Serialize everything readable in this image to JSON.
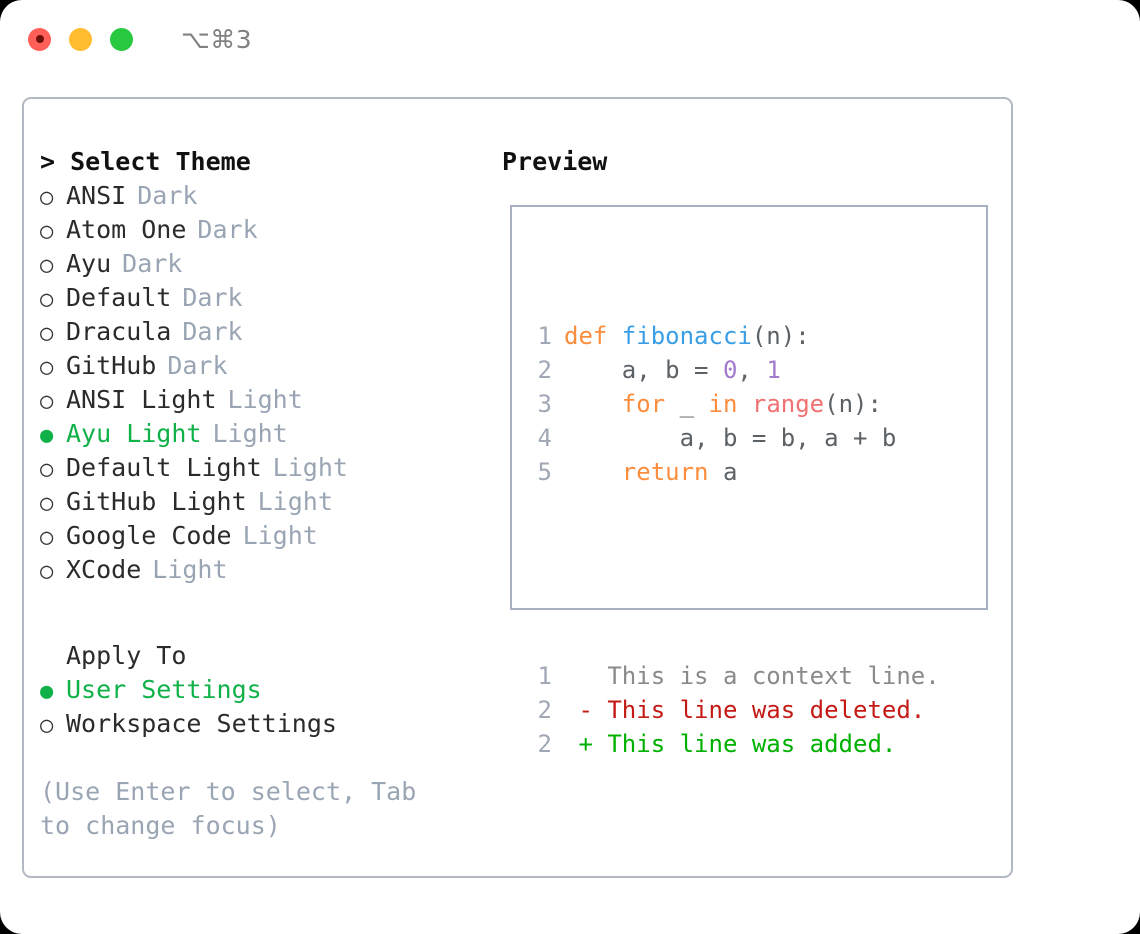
{
  "window": {
    "shortcut": "⌥⌘3",
    "traffic_lights": [
      {
        "name": "close",
        "color": "#ff5f57"
      },
      {
        "name": "minimize",
        "color": "#febc2e"
      },
      {
        "name": "zoom",
        "color": "#28c840"
      }
    ]
  },
  "theme_picker": {
    "heading": "Select Theme",
    "caret": ">",
    "bullet_unselected": "○",
    "bullet_selected": "●",
    "items": [
      {
        "label": "ANSI",
        "badge": "Dark",
        "selected": false
      },
      {
        "label": "Atom One",
        "badge": "Dark",
        "selected": false
      },
      {
        "label": "Ayu",
        "badge": "Dark",
        "selected": false
      },
      {
        "label": "Default",
        "badge": "Dark",
        "selected": false
      },
      {
        "label": "Dracula",
        "badge": "Dark",
        "selected": false
      },
      {
        "label": "GitHub",
        "badge": "Dark",
        "selected": false
      },
      {
        "label": "ANSI Light",
        "badge": "Light",
        "selected": false
      },
      {
        "label": "Ayu Light",
        "badge": "Light",
        "selected": true
      },
      {
        "label": "Default Light",
        "badge": "Light",
        "selected": false
      },
      {
        "label": "GitHub Light",
        "badge": "Light",
        "selected": false
      },
      {
        "label": "Google Code",
        "badge": "Light",
        "selected": false
      },
      {
        "label": "XCode",
        "badge": "Light",
        "selected": false
      }
    ]
  },
  "apply_to": {
    "heading": "Apply To",
    "items": [
      {
        "label": "User Settings",
        "selected": true
      },
      {
        "label": "Workspace Settings",
        "selected": false
      }
    ]
  },
  "hint": "(Use Enter to select, Tab to change focus)",
  "preview": {
    "title": "Preview",
    "code_lines": [
      {
        "n": "1",
        "segments": [
          {
            "t": "def ",
            "c": "kw"
          },
          {
            "t": "fibonacci",
            "c": "fn"
          },
          {
            "t": "(n):",
            "c": "punc"
          }
        ]
      },
      {
        "n": "2",
        "segments": [
          {
            "t": "    a, b = ",
            "c": "txt"
          },
          {
            "t": "0",
            "c": "num"
          },
          {
            "t": ", ",
            "c": "txt"
          },
          {
            "t": "1",
            "c": "num"
          }
        ]
      },
      {
        "n": "3",
        "segments": [
          {
            "t": "    ",
            "c": "txt"
          },
          {
            "t": "for",
            "c": "kw"
          },
          {
            "t": " _ ",
            "c": "txt"
          },
          {
            "t": "in",
            "c": "kw"
          },
          {
            "t": " ",
            "c": "txt"
          },
          {
            "t": "range",
            "c": "bi"
          },
          {
            "t": "(n):",
            "c": "punc"
          }
        ]
      },
      {
        "n": "4",
        "segments": [
          {
            "t": "        a, b = b, a + b",
            "c": "txt"
          }
        ]
      },
      {
        "n": "5",
        "segments": [
          {
            "t": "    ",
            "c": "txt"
          },
          {
            "t": "return",
            "c": "kw"
          },
          {
            "t": " a",
            "c": "txt"
          }
        ]
      }
    ],
    "diff_lines": [
      {
        "n": "1",
        "marker": "  ",
        "text": "This is a context line.",
        "kind": "diff-ctx"
      },
      {
        "n": "2",
        "marker": "- ",
        "text": "This line was deleted.",
        "kind": "diff-del"
      },
      {
        "n": "2",
        "marker": "+ ",
        "text": "This line was added.",
        "kind": "diff-add"
      }
    ]
  },
  "colors": {
    "accent_green": "#11b14a",
    "badge_gray": "#9aa5b4",
    "keyword": "#fa8d3e",
    "function": "#399ee6",
    "builtin": "#f07171",
    "number": "#a37acc",
    "plain": "#5c6166",
    "diff_add": "#00b000",
    "diff_del": "#c41a16",
    "card_border": "#b3b9c4",
    "preview_border": "#a6b0c0"
  }
}
